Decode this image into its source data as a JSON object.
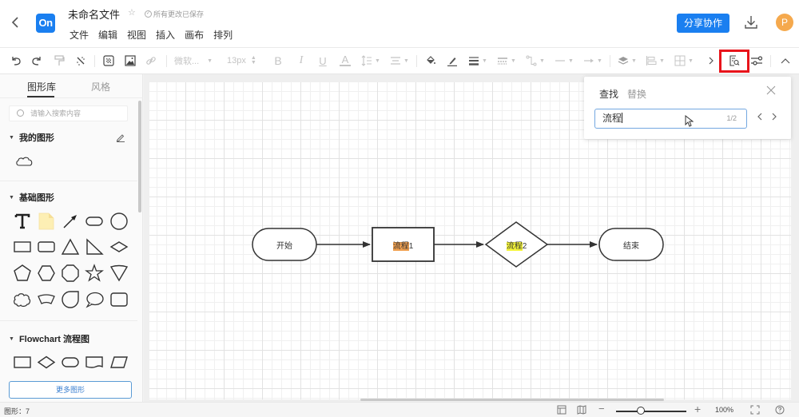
{
  "header": {
    "back_icon": "chevron-left-icon",
    "logo_text": "On",
    "doc_title": "未命名文件",
    "star_icon": "star-outline-icon",
    "save_status": "所有更改已保存",
    "menu": [
      "文件",
      "编辑",
      "视图",
      "插入",
      "画布",
      "排列"
    ],
    "share_button": "分享协作",
    "download_icon": "download-icon",
    "avatar_initial": "P"
  },
  "toolbar": {
    "undo_icon": "undo-icon",
    "redo_icon": "redo-icon",
    "format_painter_icon": "format-painter-icon",
    "clear_format_icon": "clear-format-icon",
    "background_icon": "canvas-background-icon",
    "image_icon": "image-icon",
    "link_icon": "link-icon",
    "font_family": "微软...",
    "font_size": "13px",
    "bold": "B",
    "italic": "I",
    "underline": "U",
    "font_color": "A",
    "line_height_icon": "line-height-icon",
    "align_icon": "align-icon",
    "fill_icon": "fill-color-icon",
    "line_color_icon": "line-color-icon",
    "line_width_icon": "line-width-icon",
    "line_style_icon": "line-style-icon",
    "connector_icon": "connector-type-icon",
    "line_start_icon": "line-start-icon",
    "line_end_icon": "arrow-end-icon",
    "layer_icon": "layers-icon",
    "align_shapes_icon": "align-shapes-icon",
    "distribute_icon": "distribute-icon",
    "more_icon": "chevron-right-icon",
    "find_icon": "find-replace-icon",
    "settings_icon": "sliders-icon",
    "collapse_icon": "chevron-up-icon",
    "highlight_color": "#e8141b"
  },
  "left_panel": {
    "tabs": [
      {
        "label": "图形库",
        "active": true
      },
      {
        "label": "风格",
        "active": false
      }
    ],
    "search_placeholder": "请输入搜索内容",
    "sections": [
      {
        "title": "我的图形",
        "shapes": [
          "cloud"
        ]
      },
      {
        "title": "基础图形",
        "shapes": [
          "text",
          "note",
          "arrow",
          "rounded-pill",
          "circle",
          "rectangle",
          "rounded-rectangle",
          "triangle",
          "right-triangle",
          "diamond",
          "pentagon",
          "hexagon",
          "octagon",
          "star",
          "inverted-triangle",
          "cloud",
          "curved-banner",
          "teardrop",
          "speech-bubble",
          "rounded-square"
        ]
      },
      {
        "title": "Flowchart 流程图",
        "shapes": [
          "process",
          "decision",
          "terminator",
          "document",
          "data"
        ]
      }
    ],
    "more_shapes_button": "更多图形"
  },
  "canvas": {
    "nodes": [
      {
        "id": "start",
        "type": "terminator",
        "label": "开始"
      },
      {
        "id": "p1",
        "type": "process",
        "label_highlight": "流程",
        "label_rest": "1",
        "highlight_color": "#f0a050"
      },
      {
        "id": "p2",
        "type": "decision",
        "label_highlight": "流程",
        "label_rest": "2",
        "highlight_color": "#f5f53a"
      },
      {
        "id": "end",
        "type": "terminator",
        "label": "结束"
      }
    ],
    "edges": [
      [
        "start",
        "p1"
      ],
      [
        "p1",
        "p2"
      ],
      [
        "p2",
        "end"
      ]
    ]
  },
  "find_panel": {
    "tabs": [
      {
        "label": "查找",
        "active": true
      },
      {
        "label": "替换",
        "active": false
      }
    ],
    "query": "流程",
    "count": "1/2",
    "prev_icon": "chevron-left-icon",
    "next_icon": "chevron-right-icon",
    "close_icon": "close-icon"
  },
  "status_bar": {
    "shape_count_label": "图形：",
    "shape_count": "7",
    "zoom_percent": "100%",
    "zoom_out": "−",
    "zoom_in": "+"
  }
}
